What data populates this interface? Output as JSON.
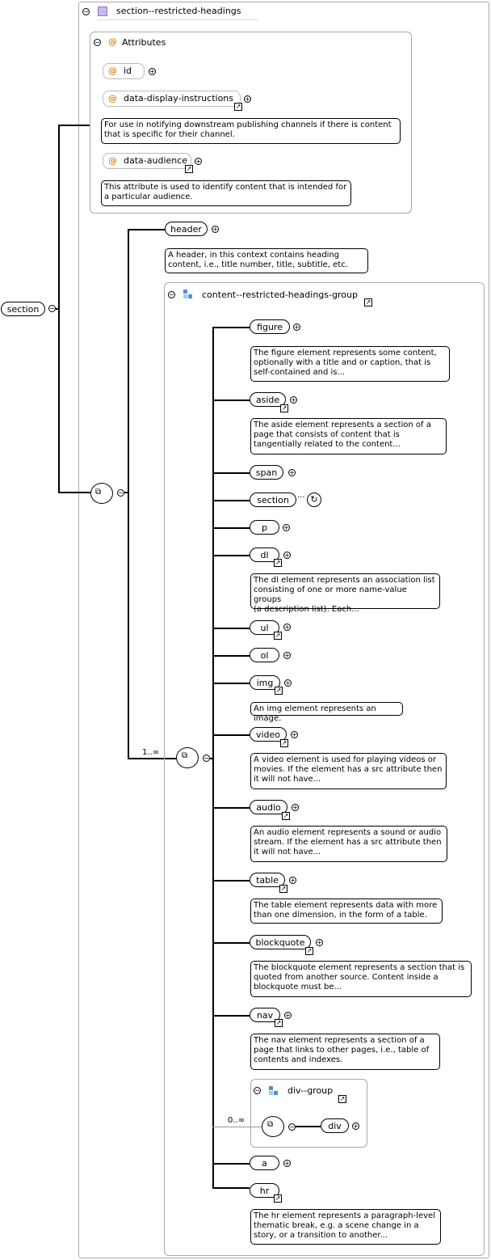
{
  "root": {
    "label": "section"
  },
  "complex_type": {
    "label": "section--restricted-headings"
  },
  "attributes": {
    "title": "Attributes",
    "items": [
      {
        "name": "id",
        "doc": ""
      },
      {
        "name": "data-display-instructions",
        "doc_line1": "For use in notifying downstream publishing channels if there is content",
        "doc_line2": "that is specific for their channel."
      },
      {
        "name": "data-audience",
        "doc_line1": "This attribute is used to identify content that is intended for",
        "doc_line2": "a particular audience."
      }
    ]
  },
  "header": {
    "label": "header",
    "doc_line1": "A header, in this context contains heading",
    "doc_line2": "content, i.e., title number, title, subtitle, etc."
  },
  "group": {
    "label": "content--restricted-headings-group",
    "occurrence": "1..∞"
  },
  "elements": {
    "figure": {
      "label": "figure",
      "doc": [
        "The figure element represents some content,",
        "optionally with a title and or caption, that is",
        "self-contained and is..."
      ]
    },
    "aside": {
      "label": "aside",
      "doc": [
        "The aside element represents a section of a",
        "page that consists of content that is",
        "tangentially related to the content..."
      ]
    },
    "span": {
      "label": "span"
    },
    "section": {
      "label": "section"
    },
    "p": {
      "label": "p"
    },
    "dl": {
      "label": "dl",
      "doc": [
        "The dl element represents an association list",
        "consisting of one or more name-value groups",
        "(a description list). Each..."
      ]
    },
    "ul": {
      "label": "ul"
    },
    "ol": {
      "label": "ol"
    },
    "img": {
      "label": "img",
      "doc": [
        "An img element represents an image."
      ]
    },
    "video": {
      "label": "video",
      "doc": [
        "A video element is used for playing videos or",
        "movies. If the element has a src attribute then",
        "it will not have..."
      ]
    },
    "audio": {
      "label": "audio",
      "doc": [
        "An audio element represents a sound or audio",
        "stream. If the element has a src attribute then",
        "it will not have..."
      ]
    },
    "table": {
      "label": "table",
      "doc": [
        "The table element represents data with more",
        "than one dimension, in the form of a table."
      ]
    },
    "blockquote": {
      "label": "blockquote",
      "doc": [
        "The blockquote element represents a section that is",
        "quoted from another source. Content inside a",
        "blockquote must be..."
      ]
    },
    "nav": {
      "label": "nav",
      "doc": [
        "The nav element represents a section of a",
        "page that links to other pages, i.e., table of",
        "contents and indexes."
      ]
    },
    "div_group": {
      "label": "div--group",
      "occurrence": "0..∞",
      "child": "div"
    },
    "a": {
      "label": "a"
    },
    "hr": {
      "label": "hr",
      "doc": [
        "The hr element represents a paragraph-level",
        "thematic break, e.g. a scene change in a",
        "story, or a transition to another..."
      ]
    }
  },
  "colors": {
    "attr_at": "#e08a1e",
    "group_icon": "#4a90d9",
    "type_icon": "#b9a6e0"
  }
}
